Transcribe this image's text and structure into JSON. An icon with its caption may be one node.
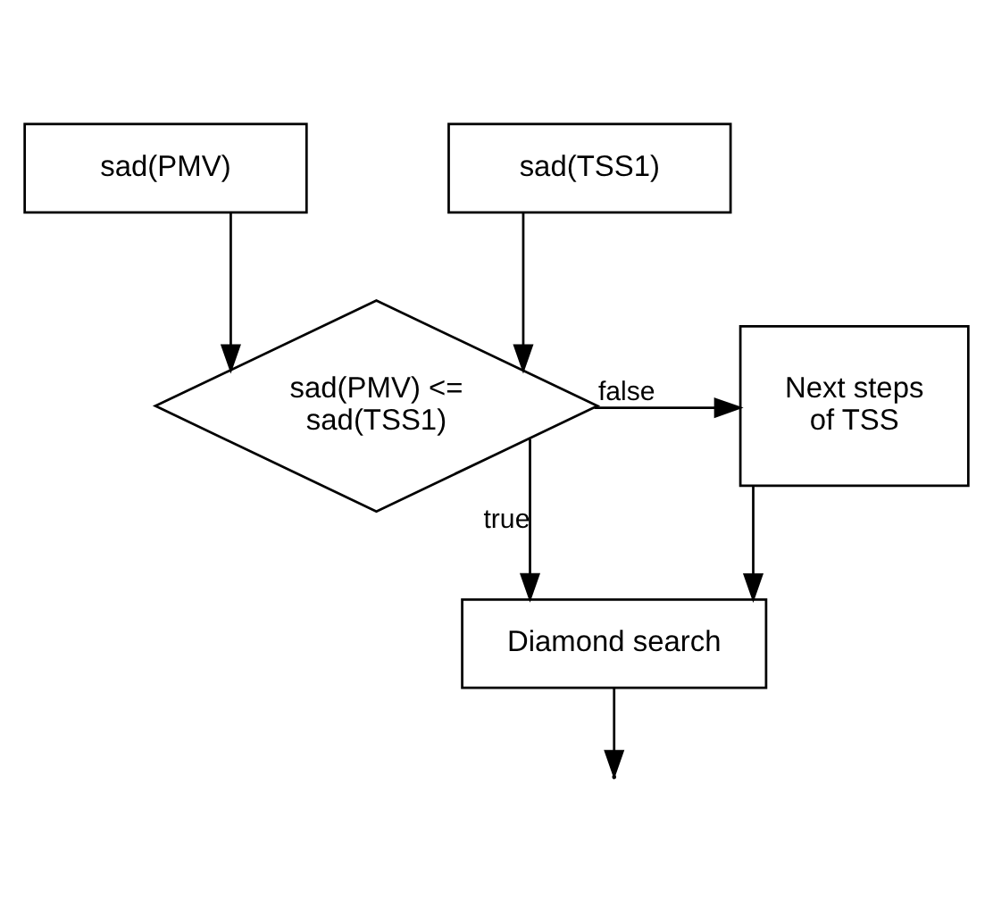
{
  "diagram": {
    "nodes": [
      {
        "text": [
          "sad(PMV)"
        ]
      },
      {
        "text": [
          "sad(TSS1)"
        ]
      },
      {
        "text": [
          "sad(PMV) <= sad(TSS1)"
        ]
      },
      {
        "text": [
          "Next steps of TSS"
        ]
      },
      {
        "text": [
          "Diamond search"
        ]
      }
    ],
    "edges": [
      {
        "from": 0,
        "to": 2,
        "arrow": "to"
      },
      {
        "from": 1,
        "to": 2,
        "arrow": "to"
      },
      {
        "from": 2,
        "to": 3,
        "arrow": "to",
        "label": "false"
      },
      {
        "from": 2,
        "to": 4,
        "arrow": "to",
        "label": "true"
      },
      {
        "from": 3,
        "to": 4,
        "arrow": "to"
      },
      {
        "from": 4,
        "to": null,
        "arrow": "to"
      }
    ]
  }
}
